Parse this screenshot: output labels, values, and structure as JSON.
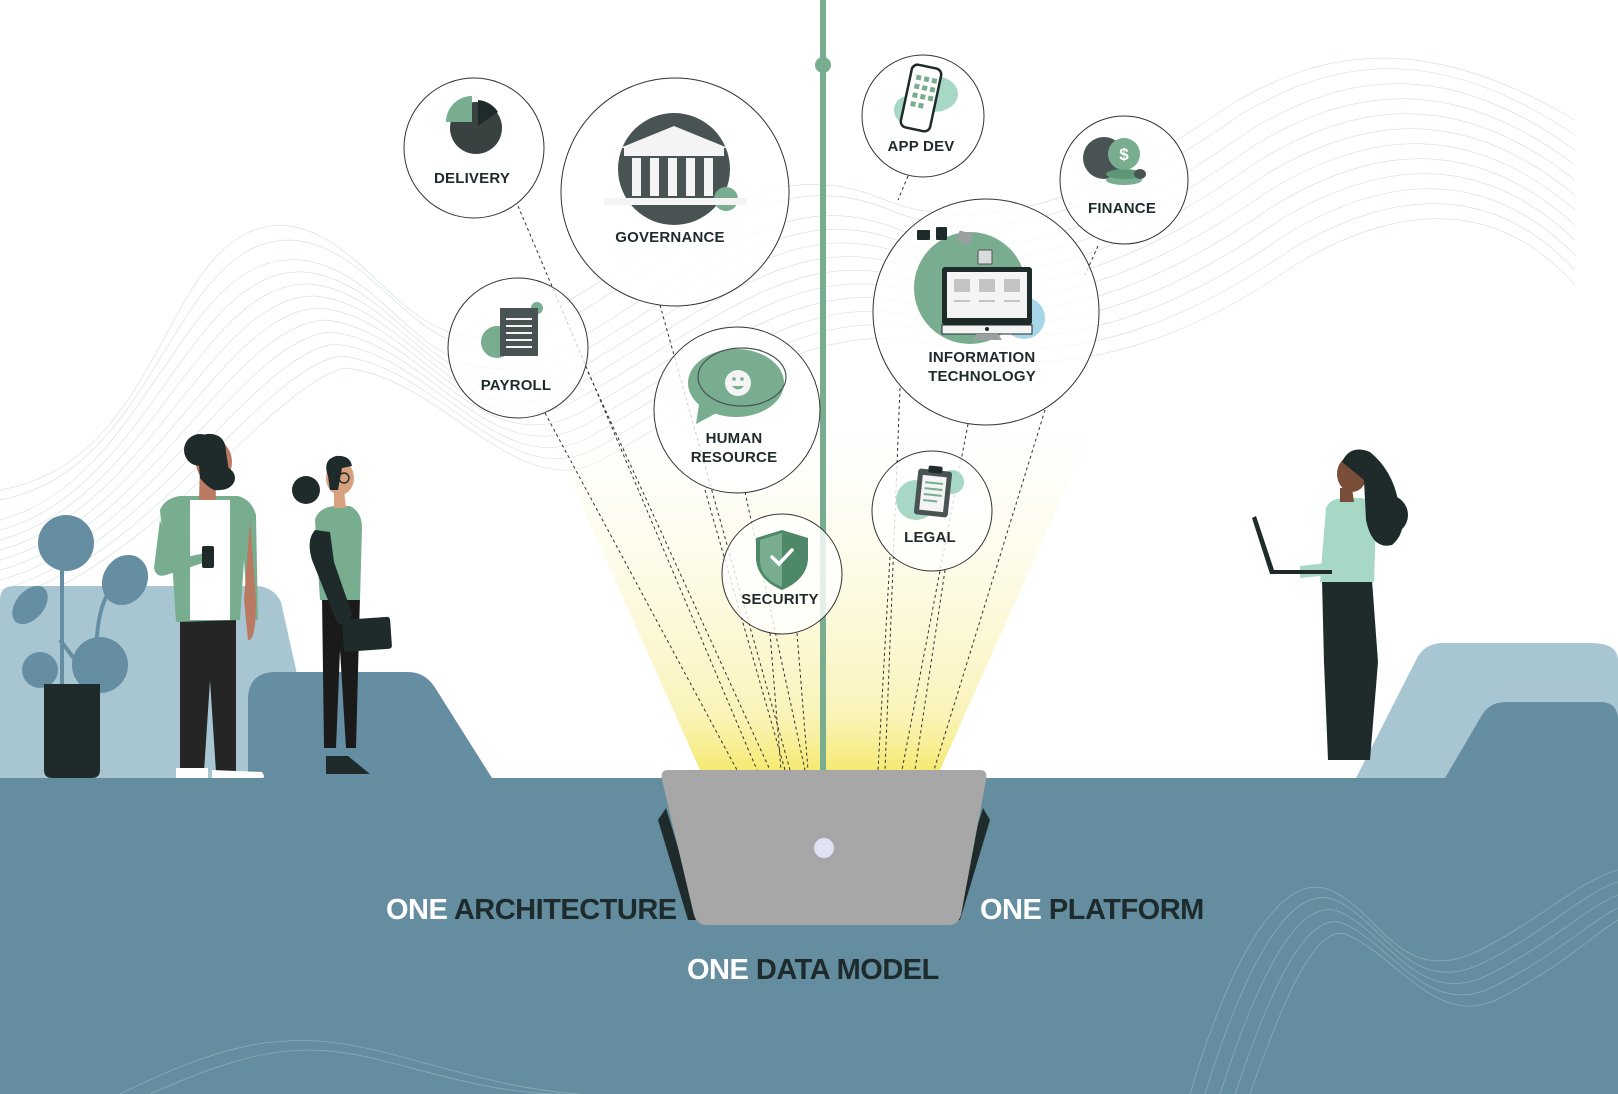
{
  "nodes": {
    "delivery": {
      "label": "DELIVERY",
      "icon": "pie-chart-icon"
    },
    "governance": {
      "label": "GOVERNANCE",
      "icon": "bank-building-icon"
    },
    "payroll": {
      "label": "PAYROLL",
      "icon": "document-icon"
    },
    "human_resource": {
      "line1": "HUMAN",
      "line2": "RESOURCE",
      "icon": "chat-smiley-icon"
    },
    "security": {
      "label": "SECURITY",
      "icon": "shield-check-icon"
    },
    "app_dev": {
      "label": "APP DEV",
      "icon": "smartphone-icon"
    },
    "finance": {
      "label": "FINANCE",
      "icon": "dollar-coin-icon"
    },
    "information_technology": {
      "line1": "INFORMATION",
      "line2": "TECHNOLOGY",
      "icon": "computer-monitor-icon"
    },
    "legal": {
      "label": "LEGAL",
      "icon": "clipboard-icon"
    }
  },
  "taglines": {
    "architecture": {
      "one": "ONE",
      "word": "ARCHITECTURE"
    },
    "platform": {
      "one": "ONE",
      "word": "PLATFORM"
    },
    "data_model": {
      "one": "ONE",
      "word": "DATA MODEL"
    }
  },
  "colors": {
    "ground": "#658da0",
    "accent_green": "#78ad8f",
    "dark": "#1f2b2b",
    "light_beam": "#f6ec86",
    "laptop_gray": "#a7a7a7"
  }
}
